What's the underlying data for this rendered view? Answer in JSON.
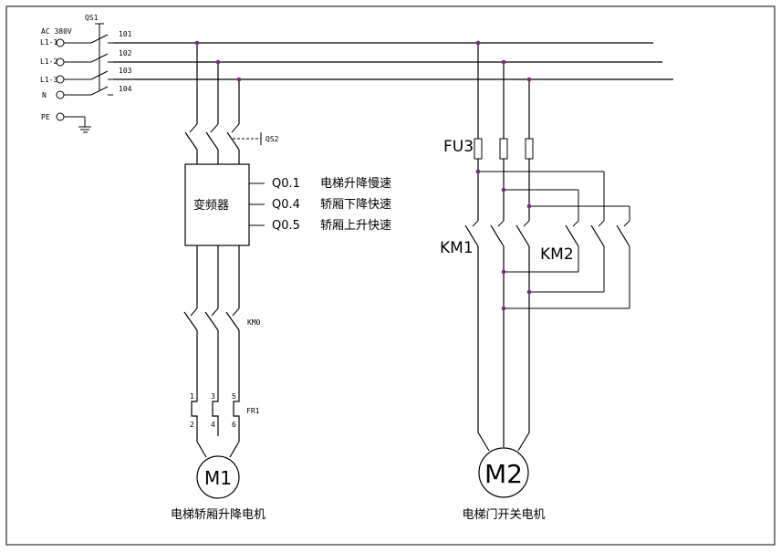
{
  "supply": {
    "voltage_label": "AC 380V",
    "main_switch": "QS1",
    "phases": [
      "L1-1",
      "L1-2",
      "L1-3"
    ],
    "neutral": "N",
    "earth": "PE",
    "wire_numbers": [
      "101",
      "102",
      "103",
      "104"
    ]
  },
  "hoist": {
    "switch": "QS2",
    "inverter": "变频器",
    "outputs": [
      {
        "terminal": "Q0.1",
        "function": "电梯升降慢速"
      },
      {
        "terminal": "Q0.4",
        "function": "轿厢下降快速"
      },
      {
        "terminal": "Q0.5",
        "function": "轿厢上升快速"
      }
    ],
    "contactor": "KM0",
    "overload": "FR1",
    "overload_terminals": [
      "1",
      "2",
      "3",
      "4",
      "5",
      "6"
    ],
    "motor": "M1",
    "caption": "电梯轿厢升降电机"
  },
  "door": {
    "fuse": "FU3",
    "contactor_open": "KM1",
    "contactor_close": "KM2",
    "motor": "M2",
    "caption": "电梯门开关电机"
  },
  "colors": {
    "line": "#000000",
    "junction": "#7b2a7b"
  }
}
